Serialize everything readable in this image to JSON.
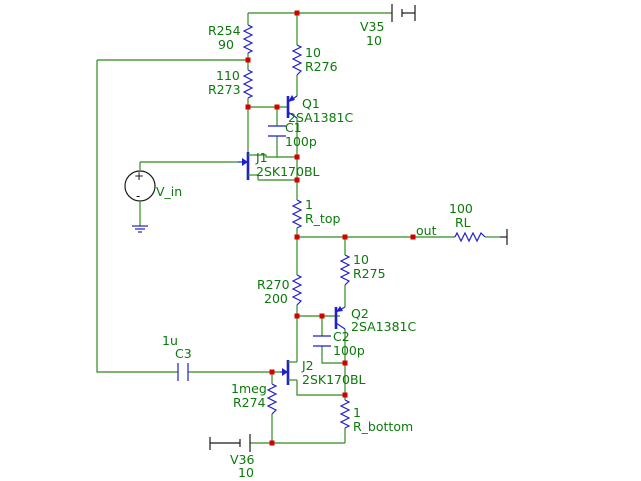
{
  "components": {
    "r254": {
      "name": "R254",
      "value": "90"
    },
    "r273": {
      "name": "R273",
      "value": "110"
    },
    "r276": {
      "name": "R276",
      "value": "10"
    },
    "v35": {
      "name": "V35",
      "value": "10"
    },
    "q1": {
      "name": "Q1",
      "part": "2SA1381C"
    },
    "c1": {
      "name": "C1",
      "value": "100p"
    },
    "j1": {
      "name": "J1",
      "part": "2SK170BL"
    },
    "v_in": {
      "name": "V_in"
    },
    "r_top": {
      "name": "R_top",
      "value": "1"
    },
    "rl": {
      "name": "RL",
      "value": "100"
    },
    "out": {
      "label": "out"
    },
    "r275": {
      "name": "R275",
      "value": "10"
    },
    "r270": {
      "name": "R270",
      "value": "200"
    },
    "q2": {
      "name": "Q2",
      "part": "2SA1381C"
    },
    "c2": {
      "name": "C2",
      "value": "100p"
    },
    "c3": {
      "name": "C3",
      "value": "1u"
    },
    "j2": {
      "name": "J2",
      "part": "2SK170BL"
    },
    "r274": {
      "name": "R274",
      "value": "1meg"
    },
    "r_bottom": {
      "name": "R_bottom",
      "value": "1"
    },
    "v36": {
      "name": "V36",
      "value": "10"
    }
  },
  "symbols": {
    "plus": "+",
    "minus": "-"
  },
  "colors": {
    "wire": "#2e8b1e",
    "device": "#1f1fcc",
    "junction": "#d40000",
    "text": "#0b7a0b",
    "source": "#1a1a1a"
  }
}
